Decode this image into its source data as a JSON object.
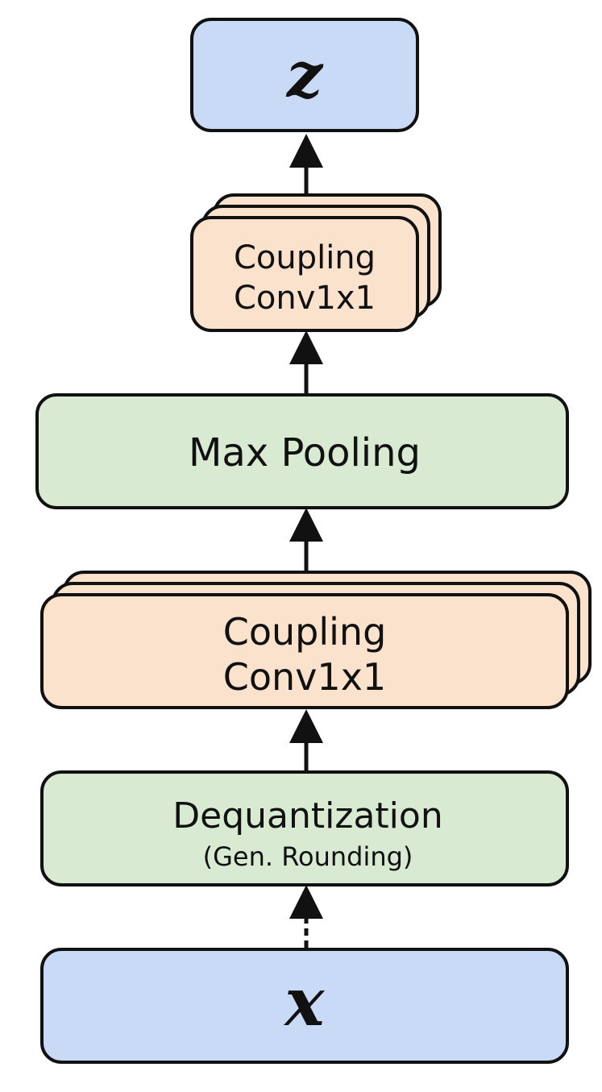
{
  "colors": {
    "input_output": "#c9daf6",
    "flow": "#fbe2cc",
    "transform": "#d9ead3",
    "stroke": "#111111",
    "background": "#ffffff"
  },
  "blocks": {
    "output": {
      "label": "z"
    },
    "coupling_top": {
      "line1": "Coupling",
      "line2": "Conv1x1"
    },
    "max_pooling": {
      "label": "Max Pooling"
    },
    "coupling_bottom": {
      "line1": "Coupling",
      "line2": "Conv1x1"
    },
    "dequantization": {
      "label": "Dequantization",
      "sublabel": "(Gen. Rounding)"
    },
    "input": {
      "label": "x"
    }
  }
}
